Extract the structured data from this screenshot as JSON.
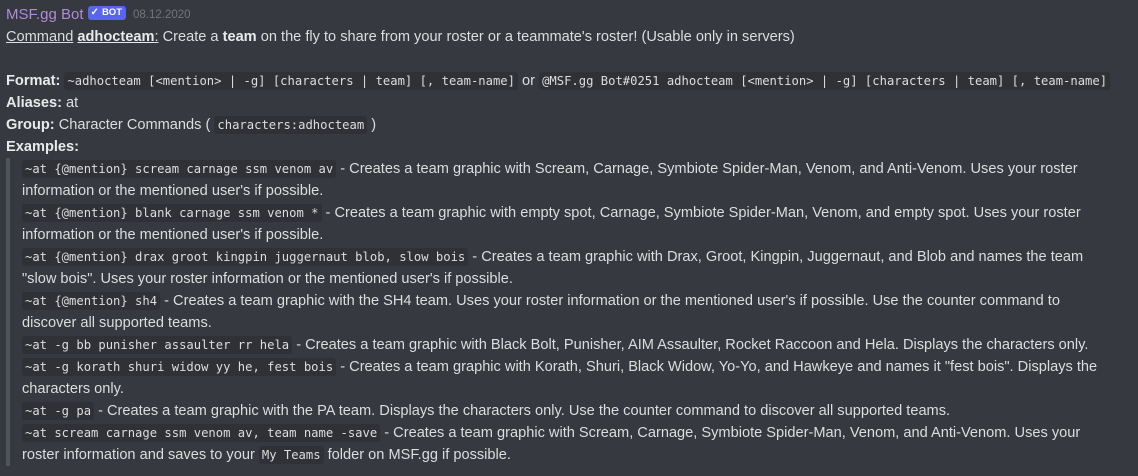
{
  "message": {
    "username": "MSF.gg Bot",
    "bot_tag": "BOT",
    "bot_check": "✓",
    "timestamp": "08.12.2020"
  },
  "command": {
    "label": "Command",
    "name": "adhocteam",
    "desc_1": "Create a ",
    "desc_bold": "team",
    "desc_2": " on the fly to share from your roster or a teammate's roster! (Usable only in servers)"
  },
  "format": {
    "label": "Format:",
    "code_1": "~adhocteam [<mention> | -g] [characters | team] [, team-name]",
    "or": " or ",
    "code_2": "@MSF.gg Bot#0251 adhocteam [<mention> | -g] [characters | team] [, team-name]"
  },
  "aliases": {
    "label": "Aliases:",
    "value": " at"
  },
  "group": {
    "label": "Group:",
    "value": " Character Commands ( ",
    "code": "characters:adhocteam",
    "close": " )"
  },
  "examples_label": "Examples:",
  "examples": [
    {
      "code": "~at {@mention} scream carnage ssm venom av",
      "text": " - Creates a team graphic with Scream, Carnage, Symbiote Spider-Man, Venom, and Anti-Venom. Uses your roster information or the mentioned user's if possible."
    },
    {
      "code": "~at {@mention} blank carnage ssm venom *",
      "text": " - Creates a team graphic with empty spot, Carnage, Symbiote Spider-Man, Venom, and empty spot. Uses your roster information or the mentioned user's if possible."
    },
    {
      "code": "~at {@mention} drax groot kingpin juggernaut blob, slow bois",
      "text": " - Creates a team graphic with Drax, Groot, Kingpin, Juggernaut, and Blob and names the team \"slow bois\". Uses your roster information or the mentioned user's if possible."
    },
    {
      "code": "~at {@mention} sh4",
      "text": " - Creates a team graphic with the SH4 team. Uses your roster information or the mentioned user's if possible. Use the counter command to discover all supported teams."
    },
    {
      "code": "~at -g bb punisher assaulter rr hela",
      "text": " - Creates a team graphic with Black Bolt, Punisher, AIM Assaulter, Rocket Raccoon and Hela. Displays the characters only."
    },
    {
      "code": "~at -g korath shuri widow yy he, fest bois",
      "text": " - Creates a team graphic with Korath, Shuri, Black Widow, Yo-Yo, and Hawkeye and names it \"fest bois\". Displays the characters only."
    },
    {
      "code": "~at -g pa",
      "text": " - Creates a team graphic with the PA team. Displays the characters only. Use the counter command to discover all supported teams."
    },
    {
      "code": "~at scream carnage ssm venom av, team name -save",
      "text": " - Creates a team graphic with Scream, Carnage, Symbiote Spider-Man, Venom, and Anti-Venom. Uses your roster information and saves to your ",
      "code2": "My Teams",
      "text2": " folder on MSF.gg if possible."
    }
  ]
}
